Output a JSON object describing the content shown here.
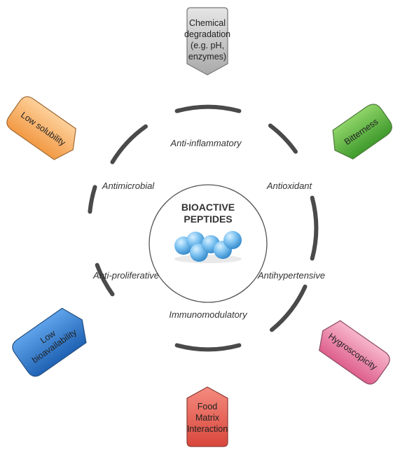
{
  "center": {
    "title_line1": "BIOACTIVE",
    "title_line2": "PEPTIDES"
  },
  "activities": [
    "Anti-inflammatory",
    "Antioxidant",
    "Antihypertensive",
    "Immunomodulatory",
    "Anti-proliferative",
    "Antimicrobial"
  ],
  "challenges": {
    "chemical_degradation": [
      "Chemical",
      "degradation",
      "(e.g. pH,",
      "enzymes)"
    ],
    "bitterness": [
      "Bitterness"
    ],
    "hygroscopicity": [
      "Hygroscopicity"
    ],
    "food_matrix_interaction": [
      "Food",
      "Matrix",
      "Interaction"
    ],
    "low_bioavailability": [
      "Low",
      "bioavailability"
    ],
    "low_solubility": [
      "Low solubility"
    ]
  },
  "colors": {
    "chemical_degradation": "#c9c9c9",
    "bitterness": "#6cc04a",
    "hygroscopicity": "#f08fb0",
    "food_matrix_interaction": "#ef6a5e",
    "low_bioavailability": "#3f86d4",
    "low_solubility": "#f9b46b",
    "ring": "#4a4a4a",
    "spheres": "#5fb3ea"
  }
}
